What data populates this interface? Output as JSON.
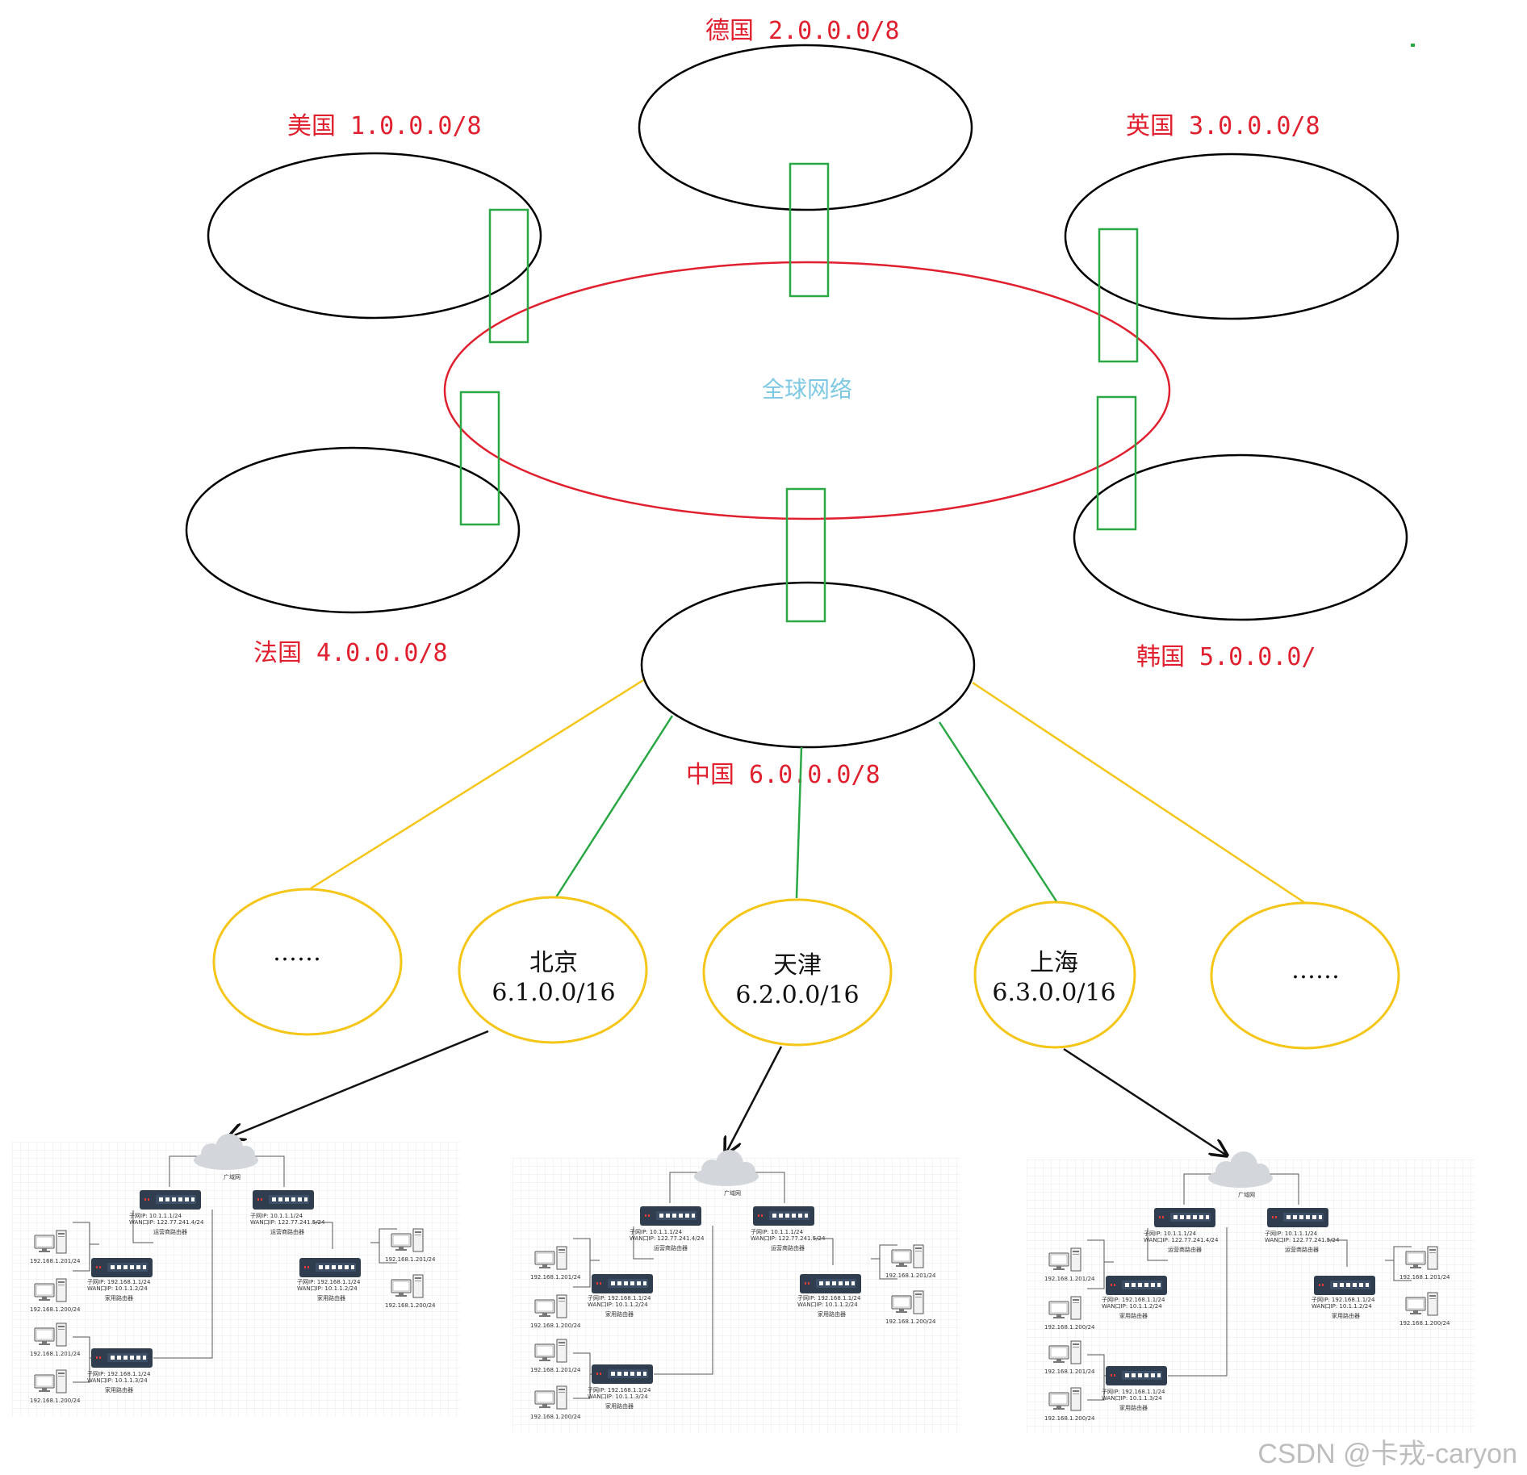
{
  "countries": {
    "germany": "德国 2.0.0.0/8",
    "usa": "美国 1.0.0.0/8",
    "uk": "英国 3.0.0.0/8",
    "france": "法国 4.0.0.0/8",
    "korea": "韩国 5.0.0.0/",
    "china": "中国 6.0.0.0/8"
  },
  "center": {
    "label": "全球网络"
  },
  "cities": {
    "left_more": "……",
    "beijing_name": "北京",
    "beijing_net": "6.1.0.0/16",
    "tianjin_name": "天津",
    "tianjin_net": "6.2.0.0/16",
    "shanghai_name": "上海",
    "shanghai_net": "6.3.0.0/16",
    "right_more": "……"
  },
  "lan": {
    "cloud": "广域网",
    "isp_router": "运营商路由器",
    "home_router": "家用路由器",
    "isp_a_lan": "子网IP:  10.1.1.1/24",
    "isp_a_wan": "WAN口IP:  122.77.241.4/24",
    "isp_b_lan": "子网IP:  10.1.1.1/24",
    "isp_b_wan": "WAN口IP:  122.77.241.5/24",
    "home_lan": "子网IP:  192.168.1.1/24",
    "home_wan_2": "WAN口IP:  10.1.1.2/24",
    "home_wan_3": "WAN口IP:  10.1.1.3/24",
    "pc_201": "192.168.1.201/24",
    "pc_200": "192.168.1.200/24"
  },
  "watermark": "CSDN @卡戎-caryon",
  "colors": {
    "country_text": "#e0202e",
    "center_ring": "#e0202e",
    "gateway": "#2aa845",
    "city_ring": "#f5c518",
    "link_yellow": "#f5c518",
    "link_green": "#2aa845",
    "router_body": "#2f3d4f"
  }
}
